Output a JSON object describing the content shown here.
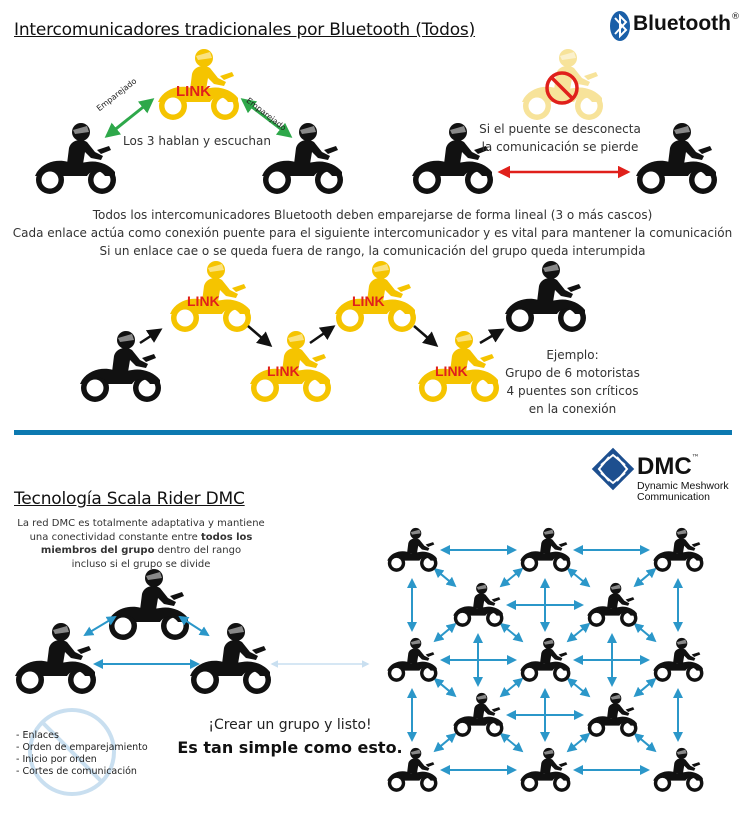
{
  "section1": {
    "title": "Intercomunicadores tradicionales por Bluetooth (Todos)",
    "bluetooth_logo": "Bluetooth",
    "bluetooth_tm": "®",
    "triangle": {
      "link_label": "LINK",
      "paired_left": "Emparejado",
      "paired_right": "Emparejado",
      "caption": "Los 3 hablan y escuchan"
    },
    "broken": {
      "caption_line1": "Si el puente se desconecta",
      "caption_line2": "la comunicación se pierde"
    },
    "explanation": [
      "Todos los intercomunicadores Bluetooth deben emparejarse de forma lineal (3 o más cascos)",
      "Cada enlace actúa como conexión puente para el siguiente intercomunicador y es vital para mantener la comunicación",
      "Si un enlace cae o se queda fuera de rango, la comunicación del grupo queda interumpida"
    ],
    "chain": {
      "link_label": "LINK",
      "example_lines": [
        "Ejemplo:",
        "Grupo de 6 motoristas",
        "4 puentes son críticos",
        "en la conexión"
      ]
    }
  },
  "section2": {
    "title": "Tecnología Scala Rider DMC",
    "dmc_logo": "DMC",
    "dmc_tm": "™",
    "dmc_sub1": "Dynamic Meshwork",
    "dmc_sub2": "Communication",
    "intro_line1": "La red DMC es totalmente adaptativa y mantiene",
    "intro_line2a": "una conectividad constante entre ",
    "intro_line2b": "todos los",
    "intro_line3a": "miembros del grupo",
    "intro_line3b": " dentro del rango",
    "intro_line4": "incluso si el grupo se divide",
    "no_need_list": [
      "- Enlaces",
      "- Orden de emparejamiento",
      "- Inicio por orden",
      "- Cortes de comunicación"
    ],
    "slogan1": "¡Crear un grupo y listo!",
    "slogan2": "Es tan simple como esto."
  },
  "colors": {
    "link_yellow": "#f5c400",
    "link_red": "#e0201b",
    "pair_green": "#2ea84a",
    "break_red": "#e0201b",
    "divider_blue": "#0c79b0",
    "mesh_blue": "#2b97c9",
    "faded_blue": "#c9dff0",
    "faded_yellow": "#f7e39a"
  },
  "icons": {
    "rider": "motorcycle-rider-icon",
    "bluetooth": "bluetooth-rune-icon",
    "dmc": "dmc-mesh-logo-icon",
    "prohibited": "prohibited-icon"
  }
}
